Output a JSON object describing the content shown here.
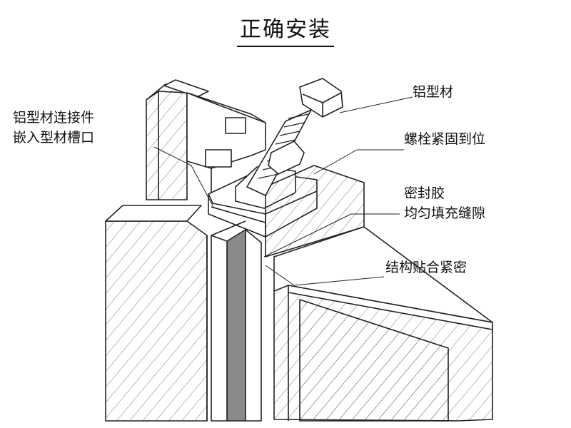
{
  "title": "正确安装",
  "labels": {
    "profile": "铝型材",
    "connector": [
      "铝型材连接件",
      "嵌入型材槽口"
    ],
    "bolt": "螺栓紧固到位",
    "sealant": [
      "密封胶",
      "均匀填充缝隙"
    ],
    "fit": "结构贴合紧密"
  },
  "colors": {
    "line": "#222222",
    "panel_fill": "#ffffff",
    "sealant_strip": "#8a8a8a",
    "hatch": "#555555"
  }
}
